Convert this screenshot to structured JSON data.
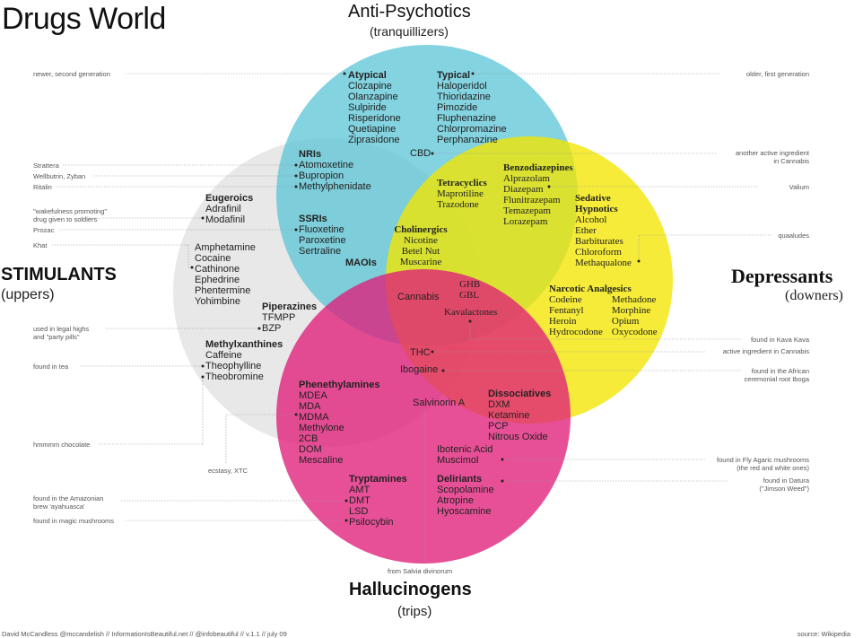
{
  "title": "Drugs World",
  "categories": {
    "antipsychotics": {
      "name": "Anti-Psychotics",
      "sub": "(tranquillizers)",
      "color": "#66c8d8"
    },
    "stimulants": {
      "name": "STIMULANTS",
      "sub": "(uppers)",
      "color": "#d8d8d8"
    },
    "depressants": {
      "name": "Depressants",
      "sub": "(downers)",
      "color": "#f3ea19"
    },
    "hallucinogens": {
      "name": "Hallucinogens",
      "sub": "(trips)",
      "color": "#e2307e"
    }
  },
  "groups": {
    "atypical": {
      "head": "Atypical",
      "items": [
        "Clozapine",
        "Olanzapine",
        "Sulpiride",
        "Risperidone",
        "Quetiapine",
        "Ziprasidone"
      ]
    },
    "typical": {
      "head": "Typical",
      "items": [
        "Haloperidol",
        "Thioridazine",
        "Pimozide",
        "Fluphenazine",
        "Chlorpromazine",
        "Perphanazine"
      ]
    },
    "cbd": "CBD",
    "nris": {
      "head": "NRIs",
      "items": [
        "Atomoxetine",
        "Bupropion",
        "Methylphenidate"
      ]
    },
    "ssris": {
      "head": "SSRIs",
      "items": [
        "Fluoxetine",
        "Paroxetine",
        "Sertraline"
      ]
    },
    "maois": "MAOIs",
    "eugeroics": {
      "head": "Eugeroics",
      "items": [
        "Adrafinil",
        "Modafinil"
      ]
    },
    "amphetamines": {
      "items": [
        "Amphetamine",
        "Cocaine",
        "Cathinone",
        "Ephedrine",
        "Phentermine",
        "Yohimbine"
      ]
    },
    "piperazines": {
      "head": "Piperazines",
      "items": [
        "TFMPP",
        "BZP"
      ]
    },
    "methylxanthines": {
      "head": "Methylxanthines",
      "items": [
        "Caffeine",
        "Theophylline",
        "Theobromine"
      ]
    },
    "tetracyclics": {
      "head": "Tetracyclics",
      "items": [
        "Maprotiline",
        "Trazodone"
      ]
    },
    "benzodiazepines": {
      "head": "Benzodiazepines",
      "items": [
        "Alprazolam",
        "Diazepam",
        "Flunitrazepam",
        "Temazepam",
        "Lorazepam"
      ]
    },
    "sedative": {
      "head1": "Sedative",
      "head2": "Hypnotics",
      "items": [
        "Alcohol",
        "Ether",
        "Barbiturates",
        "Chloroform",
        "Methaqualone"
      ]
    },
    "cholinergics": {
      "head": "Cholinergics",
      "items": [
        "Nicotine",
        "Betel Nut",
        "Muscarine"
      ]
    },
    "narcotic": {
      "head": "Narcotic Analgesics",
      "col1": [
        "Codeine",
        "Fentanyl",
        "Heroin",
        "Hydrocodone"
      ],
      "col2": [
        "Methadone",
        "Morphine",
        "Opium",
        "Oxycodone"
      ]
    },
    "cannabis": "Cannabis",
    "ghb": "GHB",
    "gbl": "GBL",
    "kavalactones": "Kavalactones",
    "thc": "THC",
    "ibogaine": "Ibogaine",
    "salvinorin": "Salvinorin A",
    "phenethylamines": {
      "head": "Phenethylamines",
      "items": [
        "MDEA",
        "MDA",
        "MDMA",
        "Methylone",
        "2CB",
        "DOM",
        "Mescaline"
      ]
    },
    "dissociatives": {
      "head": "Dissociatives",
      "items": [
        "DXM",
        "Ketamine",
        "PCP",
        "Nitrous Oxide"
      ]
    },
    "ibotenic": {
      "items": [
        "Ibotenic Acid",
        "Muscimol"
      ]
    },
    "tryptamines": {
      "head": "Tryptamines",
      "items": [
        "AMT",
        "DMT",
        "LSD",
        "Psilocybin"
      ]
    },
    "deliriants": {
      "head": "Deliriants",
      "items": [
        "Scopolamine",
        "Atropine",
        "Hyoscamine"
      ]
    }
  },
  "annotations": {
    "newer": "newer, second generation",
    "older": "older, first generation",
    "strattera": "Strattera",
    "wellbutrin": "Wellbutrin, Zyban",
    "ritalin": "Ritalin",
    "wake1": "\"wakefulness promoting\"",
    "wake2": "drug given to soldiers",
    "prozac": "Prozac",
    "khat": "Khat",
    "legal1": "used in legal highs",
    "legal2": "and \"party pills\"",
    "tea": "found in tea",
    "choc": "hmmmm chocolate",
    "ecstasy": "ecstasy, XTC",
    "amazon1": "found in the Amazonian",
    "amazon2": "brew 'ayahuasca'",
    "magic": "found in magic mushrooms",
    "cannabis1": "another active ingredient",
    "cannabis2": "in Cannabis",
    "valium": "Valium",
    "quaaludes": "quaaludes",
    "kava": "found in Kava Kava",
    "activecannabis": "active ingredient in Cannabis",
    "iboga1": "found in the African",
    "iboga2": "ceremonial root Iboga",
    "agaric1": "found in Fly Agaric mushrooms",
    "agaric2": "(the red and white ones)",
    "datura1": "found in Datura",
    "datura2": "(\"Jimson Weed\")",
    "salvia": "from Salvia divinorum"
  },
  "footer": {
    "credit": "David McCandless  @mccandelish // InformationIsBeautiful.net  // @infobeautiful // v.1.1 // july 09",
    "source": "source: Wikipedia"
  }
}
